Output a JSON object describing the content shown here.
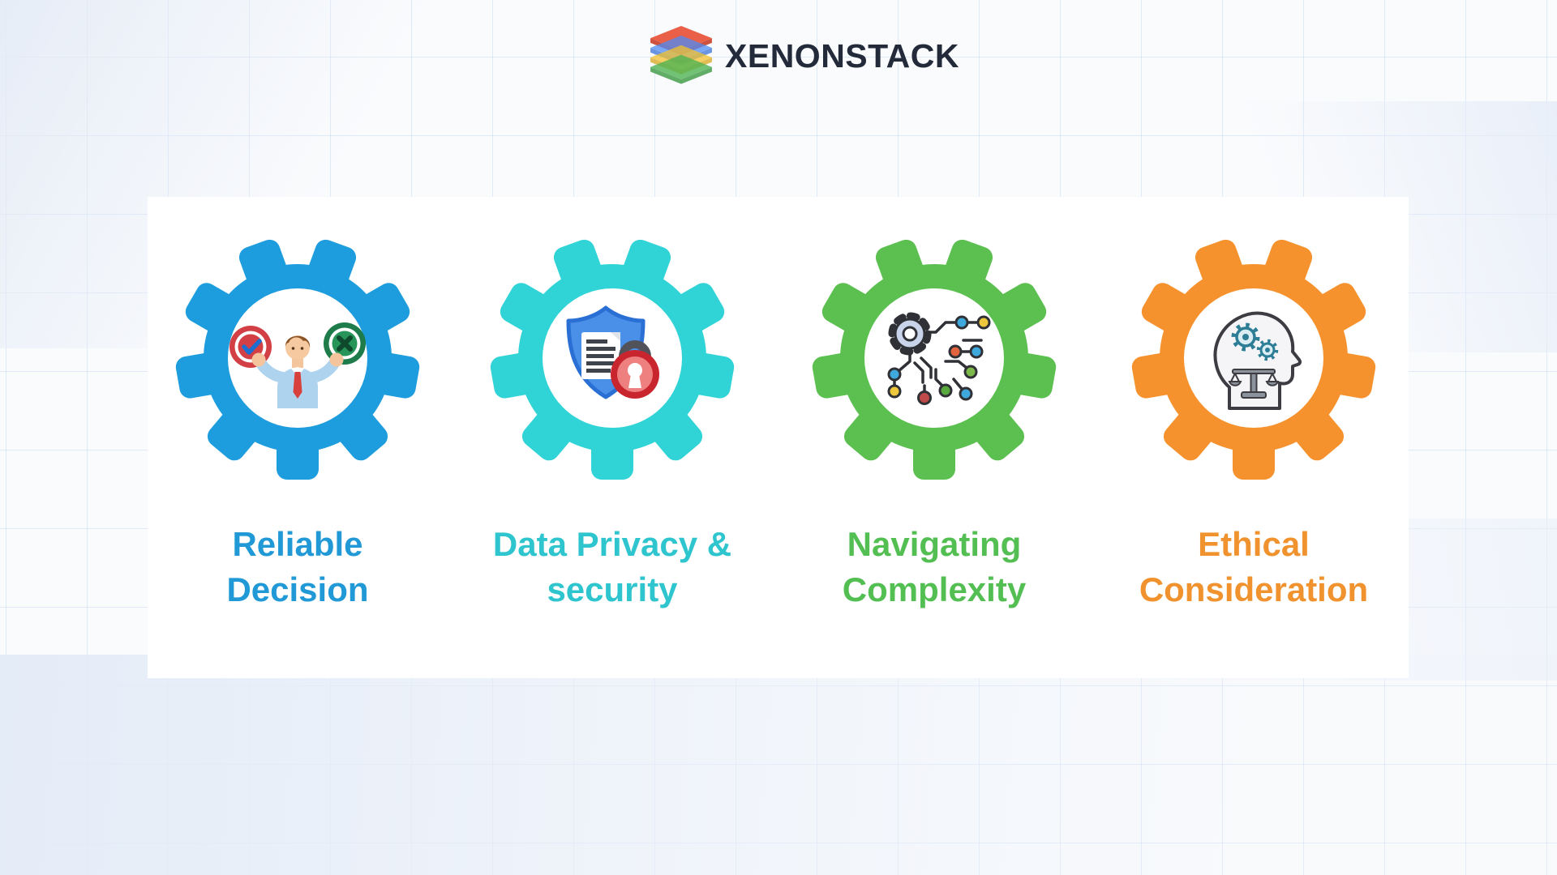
{
  "page": {
    "background_color": "#fafbfd",
    "grid_line_color": "#dde8f6",
    "card_background": "#ffffff"
  },
  "header": {
    "logo_text": "XENONSTACK",
    "logo_text_color": "#232b3b",
    "logo_layers": [
      {
        "name": "red-layer",
        "color": "#e8492e",
        "shade": "#c73b22"
      },
      {
        "name": "blue-layer",
        "color": "#4d8cf5",
        "shade": "#3a74d8"
      },
      {
        "name": "yellow-layer",
        "color": "#f4c12d",
        "shade": "#d9a81e"
      },
      {
        "name": "green-layer",
        "color": "#4fb453",
        "shade": "#3c9a44"
      }
    ]
  },
  "features": [
    {
      "id": "reliable-decision",
      "lines": [
        "Reliable",
        "Decision"
      ],
      "colors": {
        "gear": "#1e9dde",
        "label": "#2099d6"
      },
      "icon": "decision-person-icon"
    },
    {
      "id": "data-privacy-security",
      "lines": [
        "Data Privacy &",
        "security"
      ],
      "colors": {
        "gear": "#30d3d6",
        "label": "#2fc5ce"
      },
      "icon": "shield-lock-icon"
    },
    {
      "id": "navigating-complexity",
      "lines": [
        "Navigating",
        "Complexity"
      ],
      "colors": {
        "gear": "#5cc050",
        "label": "#53bf53"
      },
      "icon": "circuit-network-icon"
    },
    {
      "id": "ethical-consideration",
      "lines": [
        "Ethical",
        "Consideration"
      ],
      "colors": {
        "gear": "#f5922d",
        "label": "#f0922e"
      },
      "icon": "ethics-head-icon"
    }
  ]
}
